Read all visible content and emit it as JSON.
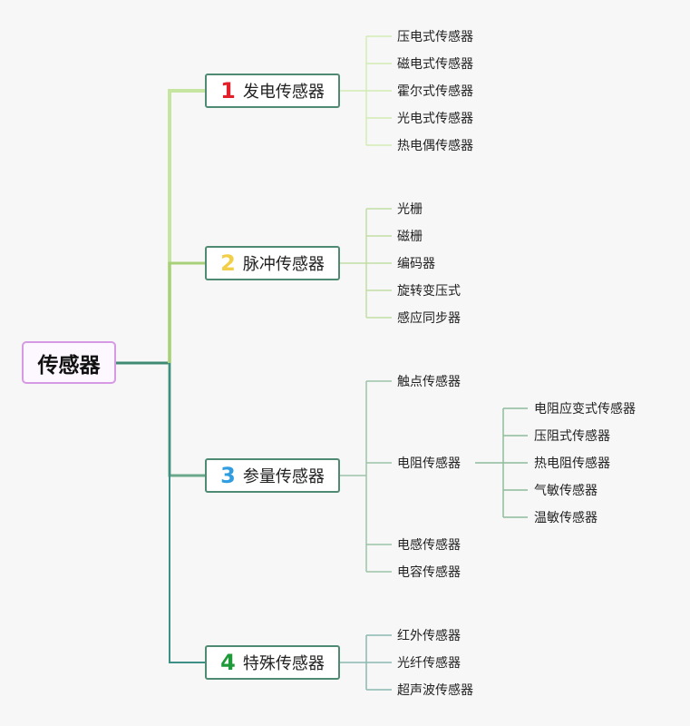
{
  "root": {
    "label": "传感器"
  },
  "branches": [
    {
      "num": "1",
      "label": "发电传感器",
      "num_color": "#e0202a",
      "children": [
        "压电式传感器",
        "磁电式传感器",
        "霍尔式传感器",
        "光电式传感器",
        "热电偶传感器"
      ]
    },
    {
      "num": "2",
      "label": "脉冲传感器",
      "num_color": "#f2cf47",
      "children": [
        "光栅",
        "磁栅",
        "编码器",
        "旋转变压式",
        "感应同步器"
      ]
    },
    {
      "num": "3",
      "label": "参量传感器",
      "num_color": "#2f9de0",
      "children": [
        "触点传感器",
        "电阻传感器",
        "电感传感器",
        "电容传感器"
      ],
      "sub": [
        "电阻应变式传感器",
        "压阻式传感器",
        "热电阻传感器",
        "气敏传感器",
        "温敏传感器"
      ]
    },
    {
      "num": "4",
      "label": "特殊传感器",
      "num_color": "#1f9a3a",
      "children": [
        "红外传感器",
        "光纤传感器",
        "超声波传感器"
      ]
    }
  ],
  "colors": {
    "root_border": "#d59ae3",
    "branch_border": "#4f8a72",
    "line_1": "#c6e5a0",
    "line_2": "#a8d07a",
    "line_3": "#6aa889",
    "line_4": "#3e8f86"
  }
}
